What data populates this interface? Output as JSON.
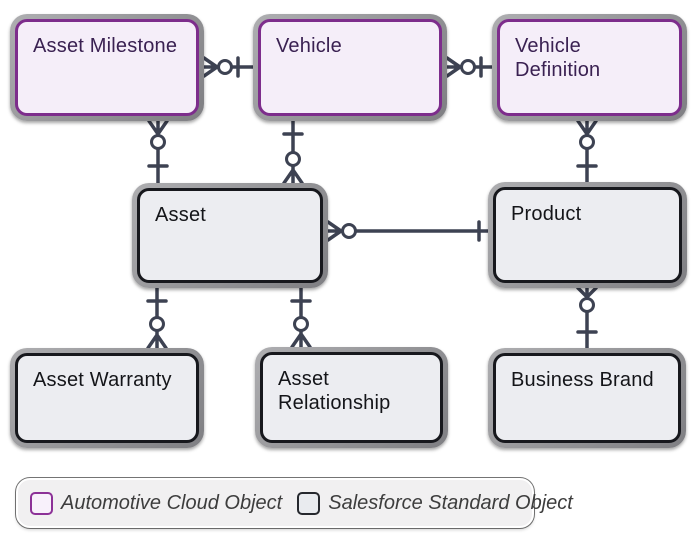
{
  "diagram": {
    "entities": [
      {
        "label": "Asset Milestone",
        "type": "automotive"
      },
      {
        "label": "Vehicle",
        "type": "automotive"
      },
      {
        "label": "Vehicle Definition",
        "type": "automotive"
      },
      {
        "label": "Asset",
        "type": "standard"
      },
      {
        "label": "Product",
        "type": "standard"
      },
      {
        "label": "Asset Warranty",
        "type": "standard"
      },
      {
        "label": "Asset Relationship",
        "type": "standard"
      },
      {
        "label": "Business Brand",
        "type": "standard"
      }
    ],
    "relationships": [
      {
        "a": "Asset Milestone",
        "b": "Vehicle",
        "a_cardinality": "zero-or-many",
        "b_cardinality": "one"
      },
      {
        "a": "Vehicle",
        "b": "Vehicle Definition",
        "a_cardinality": "zero-or-many",
        "b_cardinality": "one"
      },
      {
        "a": "Asset Milestone",
        "b": "Asset",
        "a_cardinality": "zero-or-many",
        "b_cardinality": "one"
      },
      {
        "a": "Asset",
        "b": "Vehicle",
        "a_cardinality": "zero-or-many",
        "b_cardinality": "one"
      },
      {
        "a": "Vehicle Definition",
        "b": "Product",
        "a_cardinality": "zero-or-many",
        "b_cardinality": "one"
      },
      {
        "a": "Asset",
        "b": "Product",
        "a_cardinality": "zero-or-many",
        "b_cardinality": "one"
      },
      {
        "a": "Asset Warranty",
        "b": "Asset",
        "a_cardinality": "zero-or-many",
        "b_cardinality": "one"
      },
      {
        "a": "Asset Relationship",
        "b": "Asset",
        "a_cardinality": "zero-or-many",
        "b_cardinality": "one"
      },
      {
        "a": "Product",
        "b": "Business Brand",
        "a_cardinality": "zero-or-many",
        "b_cardinality": "one"
      }
    ],
    "colors": {
      "automotive_border": "#7d2d8c",
      "automotive_fill": "#f5eef9",
      "standard_border": "#17181d",
      "standard_fill": "#ecedf1",
      "connector": "#3d4252"
    }
  },
  "legend": {
    "items": [
      {
        "label": "Automotive Cloud Object",
        "type": "automotive"
      },
      {
        "label": "Salesforce Standard Object",
        "type": "standard"
      }
    ]
  }
}
